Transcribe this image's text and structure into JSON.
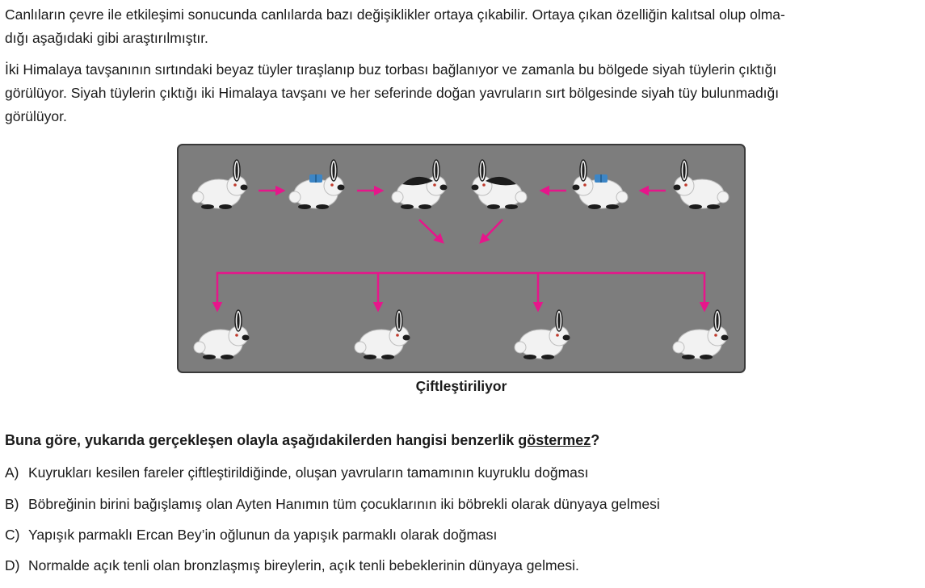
{
  "intro": {
    "line1": "Canlıların çevre ile etkileşimi sonucunda canlılarda bazı değişiklikler ortaya çıkabilir. Ortaya çıkan özelliğin kalıtsal olup olma-",
    "line2": "dığı aşağıdaki gibi araştırılmıştır."
  },
  "experiment": {
    "line1": "İki Himalaya tavşanının sırtındaki beyaz tüyler tıraşlanıp buz torbası bağlanıyor ve zamanla bu bölgede siyah tüylerin çıktığı",
    "line2": "görülüyor. Siyah tüylerin çıktığı iki Himalaya tavşanı ve her seferinde doğan yavruların sırt bölgesinde siyah tüy bulunmadığı",
    "line3": "görülüyor."
  },
  "figure": {
    "caption": "Çiftleştiriliyor",
    "colors": {
      "panel": "#7d7d7d",
      "arrow": "#e6168b",
      "ice_bag": "#3d86c6",
      "fur": "#f2f2f2",
      "dark_fur": "#1c1c1c"
    }
  },
  "question": {
    "prefix": "Buna göre, yukarıda gerçekleşen olayla aşağıdakilerden hangisi benzerlik ",
    "emphasis": "göstermez",
    "suffix": "?"
  },
  "options": [
    {
      "label": "A)",
      "text": "Kuyrukları kesilen fareler çiftleştirildiğinde, oluşan yavruların tamamının kuyruklu doğması"
    },
    {
      "label": "B)",
      "text": "Böbreğinin birini bağışlamış olan Ayten Hanımın tüm çocuklarının iki böbrekli olarak dünyaya gelmesi"
    },
    {
      "label": "C)",
      "text": "Yapışık parmaklı Ercan Bey’in oğlunun da yapışık parmaklı olarak doğması"
    },
    {
      "label": "D)",
      "text": "Normalde açık tenli olan bronzlaşmış bireylerin, açık tenli bebeklerinin dünyaya gelmesi."
    }
  ]
}
